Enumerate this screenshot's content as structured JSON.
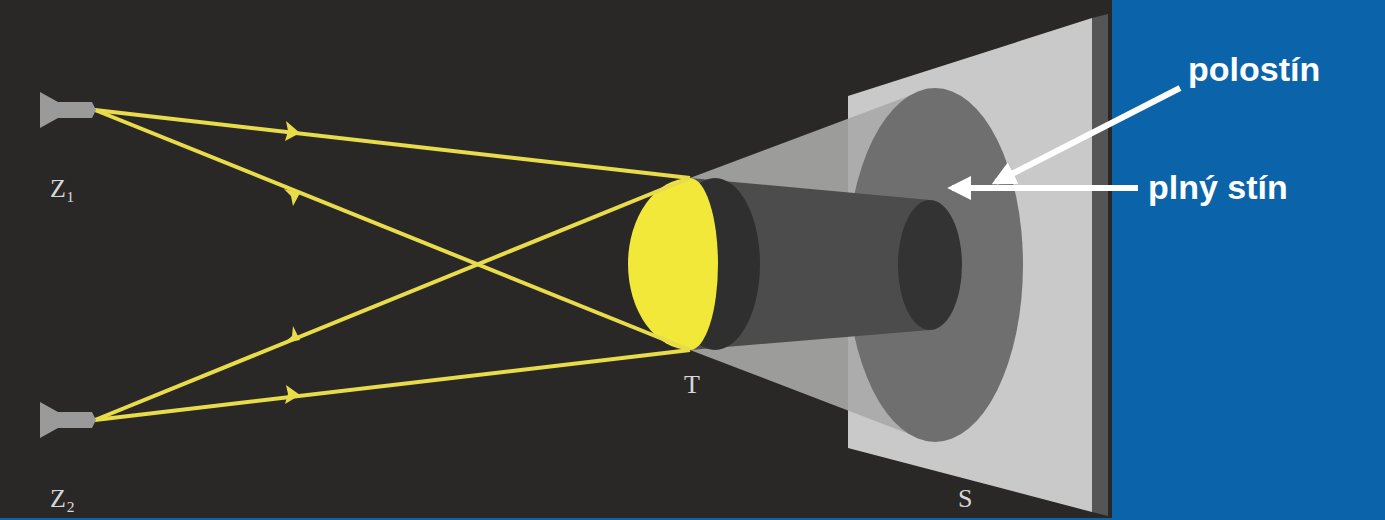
{
  "diagram": {
    "labels": [
      "Z₁",
      "Z₂",
      "T",
      "S",
      "polostín",
      "plný stín"
    ]
  }
}
